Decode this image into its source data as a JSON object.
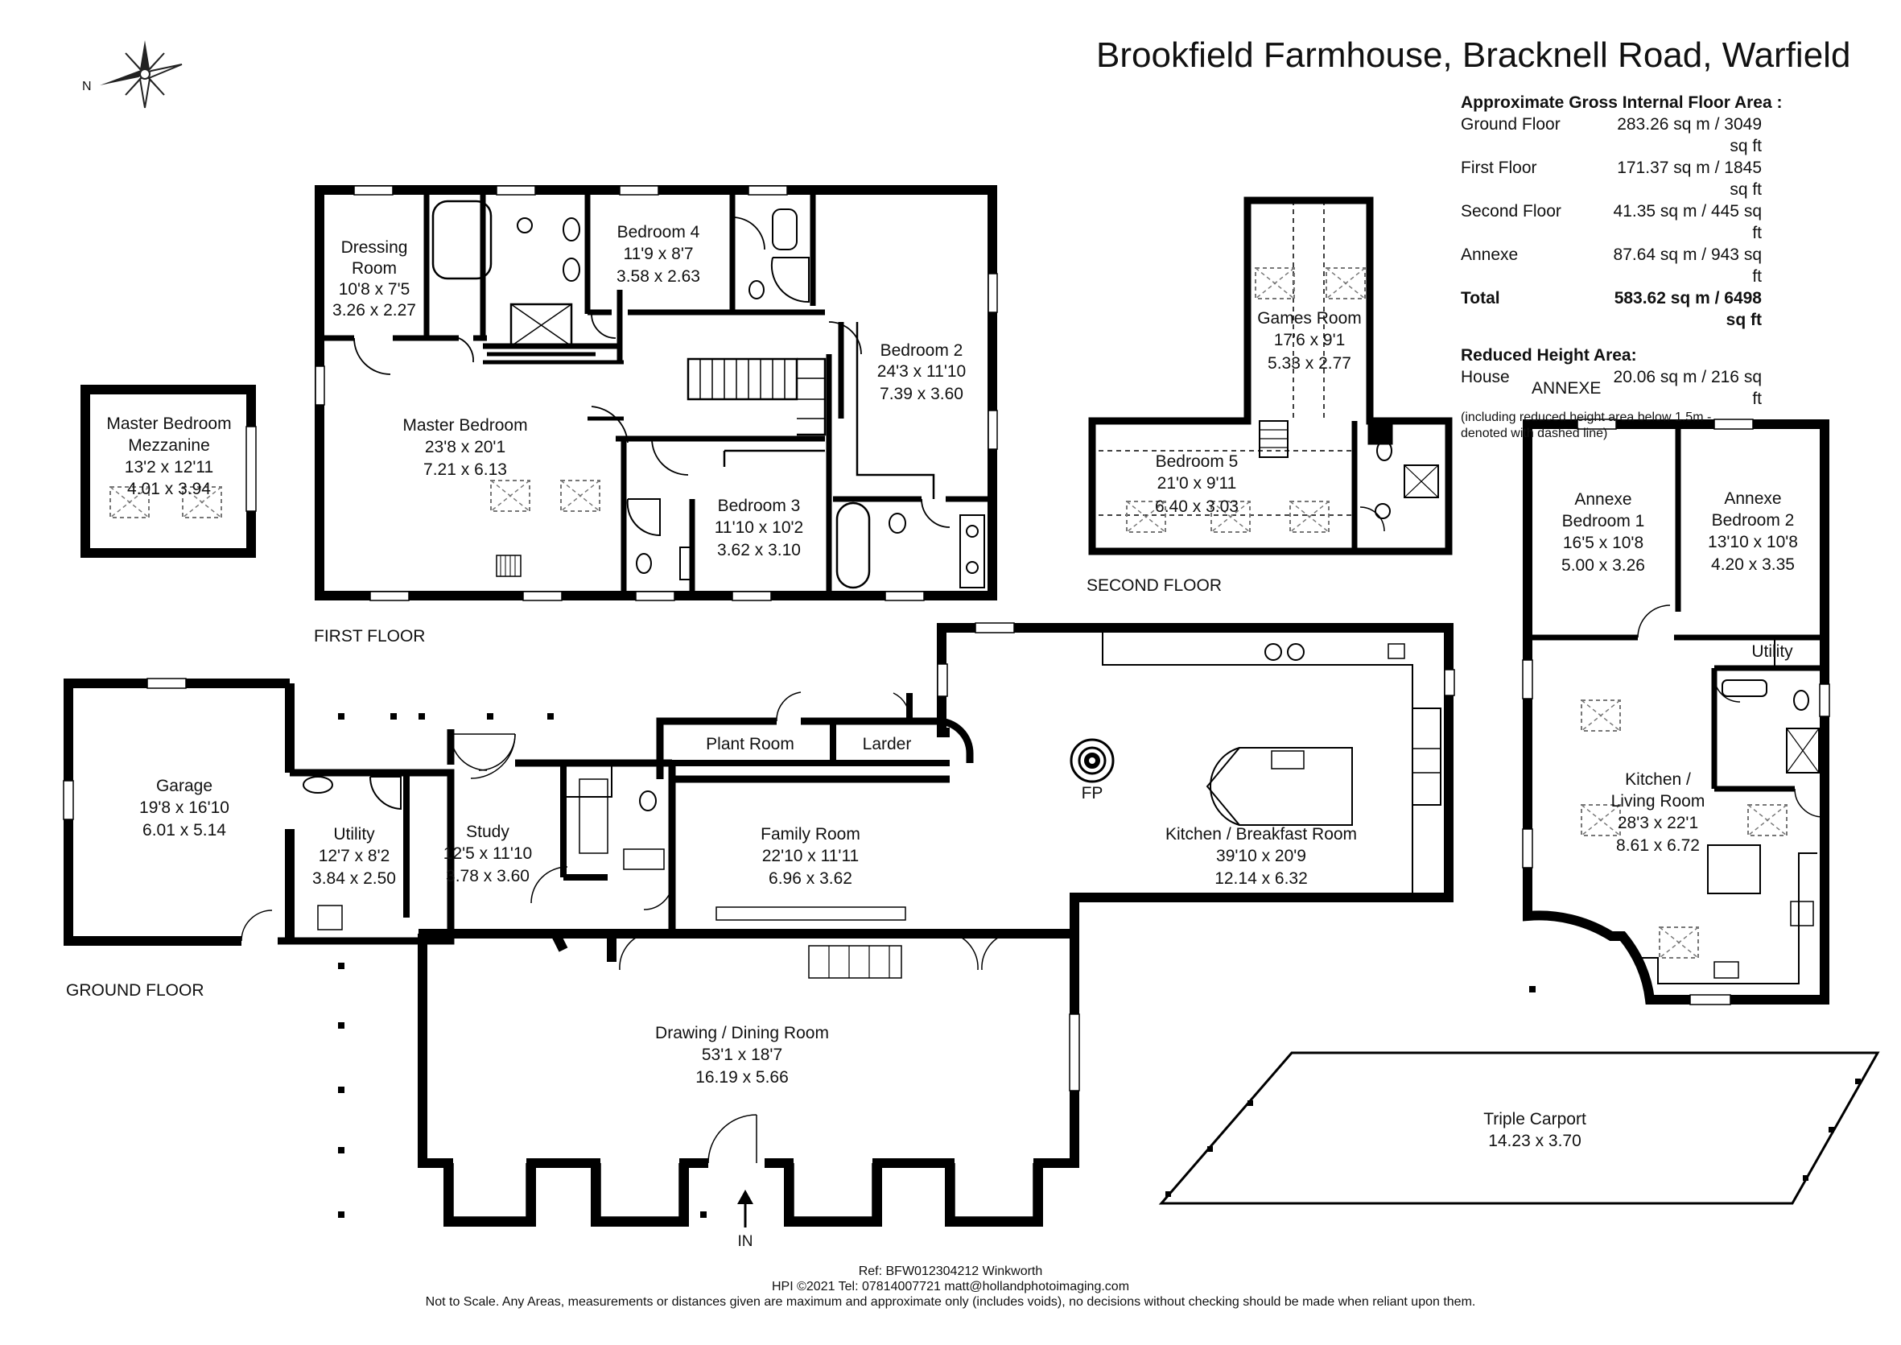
{
  "title": "Brookfield Farmhouse, Bracknell Road, Warfield",
  "compass_letter": "N",
  "areas": {
    "heading": "Approximate Gross Internal Floor Area :",
    "rows": [
      {
        "label": "Ground Floor",
        "value": "283.26 sq m /  3049 sq ft"
      },
      {
        "label": "First Floor",
        "value": "171.37 sq m /  1845 sq ft"
      },
      {
        "label": "Second Floor",
        "value": "41.35 sq m /  445 sq ft"
      },
      {
        "label": "Annexe",
        "value": "87.64 sq m /  943 sq ft"
      },
      {
        "label": "Total",
        "value": "583.62 sq m / 6498 sq ft"
      }
    ],
    "reduced_heading": "Reduced Height Area:",
    "reduced_row": {
      "label": "House",
      "value": "20.06 sq m /  216 sq ft"
    },
    "note_1": "(including reduced height area below 1.5m -",
    "note_2": "denoted with dashed line)"
  },
  "floor_labels": {
    "first": "FIRST FLOOR",
    "second": "SECOND FLOOR",
    "ground": "GROUND FLOOR",
    "annexe": "ANNEXE"
  },
  "rooms": {
    "dressing": [
      "Dressing",
      "Room",
      "10'8 x 7'5",
      "3.26 x 2.27"
    ],
    "bedroom4": [
      "Bedroom 4",
      "11'9 x 8'7",
      "3.58 x 2.63"
    ],
    "bedroom2": [
      "Bedroom 2",
      "24'3 x 11'10",
      "7.39 x 3.60"
    ],
    "master": [
      "Master Bedroom",
      "23'8 x 20'1",
      "7.21 x 6.13"
    ],
    "bedroom3": [
      "Bedroom 3",
      "11'10 x 10'2",
      "3.62 x 3.10"
    ],
    "mezz": [
      "Master Bedroom",
      "Mezzanine",
      "13'2 x 12'11",
      "4.01 x 3.94"
    ],
    "games": [
      "Games Room",
      "17'6 x 9'1",
      "5.33 x 2.77"
    ],
    "bedroom5": [
      "Bedroom 5",
      "21'0 x 9'11",
      "6.40 x 3.03"
    ],
    "annexe_bed1": [
      "Annexe",
      "Bedroom 1",
      "16'5 x 10'8",
      "5.00 x 3.26"
    ],
    "annexe_bed2": [
      "Annexe",
      "Bedroom 2",
      "13'10 x 10'8",
      "4.20 x 3.35"
    ],
    "annexe_utility": [
      "Utility"
    ],
    "annexe_kitchen": [
      "Kitchen /",
      "Living Room",
      "28'3 x 22'1",
      "8.61 x 6.72"
    ],
    "garage": [
      "Garage",
      "19'8 x 16'10",
      "6.01 x 5.14"
    ],
    "utility": [
      "Utility",
      "12'7 x 8'2",
      "3.84 x 2.50"
    ],
    "study": [
      "Study",
      "12'5 x 11'10",
      "3.78 x 3.60"
    ],
    "plant": [
      "Plant Room"
    ],
    "larder": [
      "Larder"
    ],
    "family": [
      "Family Room",
      "22'10 x 11'11",
      "6.96 x 3.62"
    ],
    "kitchen": [
      "Kitchen / Breakfast Room",
      "39'10 x 20'9",
      "12.14 x 6.32"
    ],
    "drawing": [
      "Drawing / Dining Room",
      "53'1 x 18'7",
      "16.19 x 5.66"
    ],
    "carport": [
      "Triple Carport",
      "14.23 x 3.70"
    ]
  },
  "fp_label": "FP",
  "in_label": "IN",
  "footer": {
    "ref": "Ref: BFW012304212 Winkworth",
    "contact": "HPI ©2021 Tel: 07814007721  matt@hollandphotoimaging.com",
    "disclaimer": "Not to Scale. Any Areas, measurements or distances given are maximum and approximate only (includes voids), no decisions without checking should be made when reliant upon them."
  }
}
